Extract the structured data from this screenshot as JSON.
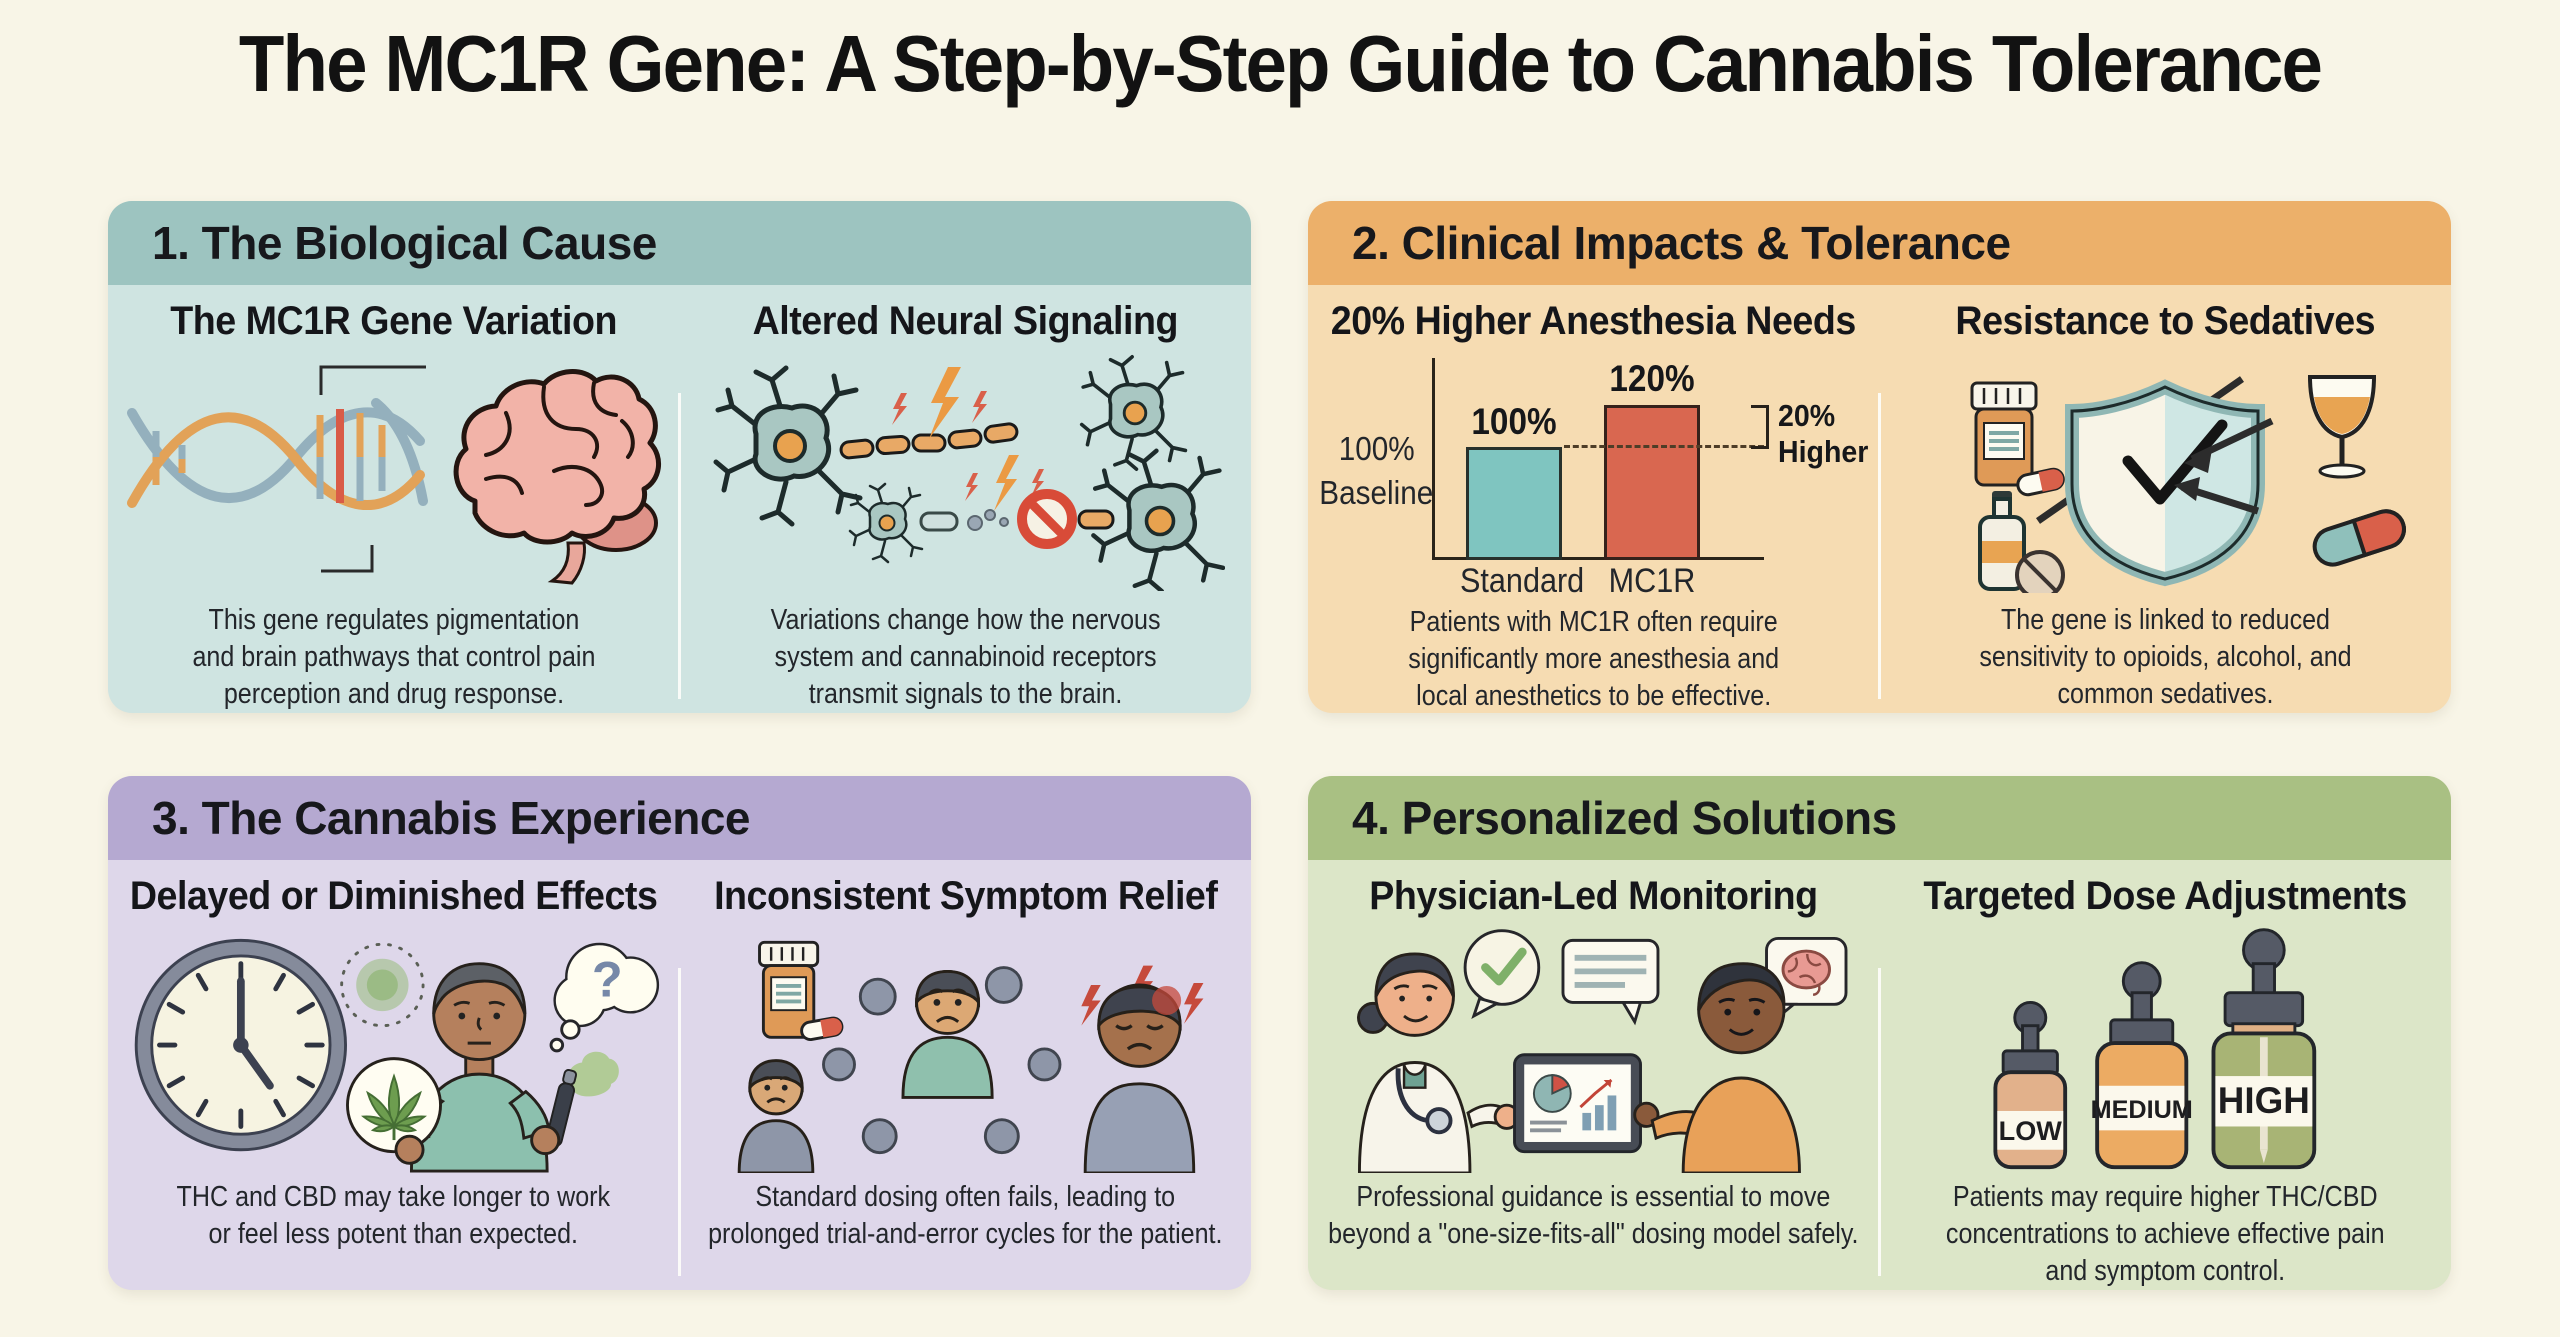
{
  "page": {
    "title": "The MC1R Gene: A Step-by-Step Guide to Cannabis Tolerance"
  },
  "colors": {
    "background": "#f8f5e7",
    "panel1_header": "#9dc4c0",
    "panel1_body": "#cfe4e1",
    "panel2_header": "#ecb06a",
    "panel2_body": "#f6dcb2",
    "panel3_header": "#b5a9d1",
    "panel3_body": "#ded7ea",
    "panel4_header": "#a9c083",
    "panel4_body": "#dce6c8",
    "bar_standard": "#7fc5c0",
    "bar_mc1r": "#d96750"
  },
  "panels": [
    {
      "header": "1. The Biological Cause",
      "left": {
        "title": "The MC1R Gene Variation",
        "text": "This gene regulates pigmentation\nand brain pathways that control pain\nperception and drug response."
      },
      "right": {
        "title": "Altered Neural Signaling",
        "text": "Variations change how the nervous\nsystem and cannabinoid receptors\ntransmit signals to the brain."
      }
    },
    {
      "header": "2. Clinical Impacts & Tolerance",
      "left": {
        "title": "20% Higher Anesthesia Needs",
        "text": "Patients with MC1R often require\nsignificantly more anesthesia and\nlocal anesthetics to be effective."
      },
      "right": {
        "title": "Resistance to Sedatives",
        "text": "The gene is linked to reduced\nsensitivity to opioids, alcohol, and\ncommon sedatives."
      }
    },
    {
      "header": "3. The Cannabis Experience",
      "left": {
        "title": "Delayed or Diminished Effects",
        "text": "THC and CBD may take longer to work\nor feel less potent than expected."
      },
      "right": {
        "title": "Inconsistent Symptom Relief",
        "text": "Standard dosing often fails, leading to\nprolonged trial-and-error cycles for the patient."
      }
    },
    {
      "header": "4. Personalized Solutions",
      "left": {
        "title": "Physician-Led Monitoring",
        "text": "Professional guidance is essential to move\nbeyond a \"one-size-fits-all\" dosing model safely."
      },
      "right": {
        "title": "Targeted Dose Adjustments",
        "text": "Patients may require higher THC/CBD\nconcentrations to achieve effective pain\nand symptom control."
      }
    }
  ],
  "chart_data": {
    "type": "bar",
    "title": "20% Higher Anesthesia Needs",
    "categories": [
      "Standard",
      "MC1R"
    ],
    "values": [
      100,
      120
    ],
    "bar_labels": [
      "100%",
      "120%"
    ],
    "axis_label_line1": "100%",
    "axis_label_line2": "Baseline",
    "annotation": "20%\nHigher",
    "baseline_value": 100,
    "ylim": [
      0,
      130
    ],
    "colors": [
      "#7fc5c0",
      "#d96750"
    ],
    "legend_position": "none",
    "grid": false
  },
  "dose": {
    "low": "LOW",
    "medium": "MEDIUM",
    "high": "HIGH"
  },
  "misc": {
    "question_mark": "?"
  },
  "icons": {
    "panel1_left": [
      "dna-icon",
      "brain-icon"
    ],
    "panel1_right": [
      "neuron-icon",
      "lightning-icon",
      "blocked-signal-icon"
    ],
    "panel2_right": [
      "pill-bottle-icon",
      "shield-check-icon",
      "wine-glass-icon",
      "sedative-bottle-icon",
      "capsule-icon"
    ],
    "panel3_left": [
      "clock-icon",
      "cannabis-leaf-icon",
      "person-icon",
      "vape-pen-icon",
      "thought-bubble-icon"
    ],
    "panel3_right": [
      "pill-bottle-icon",
      "sad-person-icon",
      "pain-bolt-icon",
      "dose-dot-icon"
    ],
    "panel4_left": [
      "doctor-icon",
      "patient-icon",
      "tablet-chart-icon",
      "check-bubble-icon",
      "text-bubble-icon",
      "brain-bubble-icon"
    ],
    "panel4_right": [
      "dropper-bottle-icon"
    ]
  }
}
